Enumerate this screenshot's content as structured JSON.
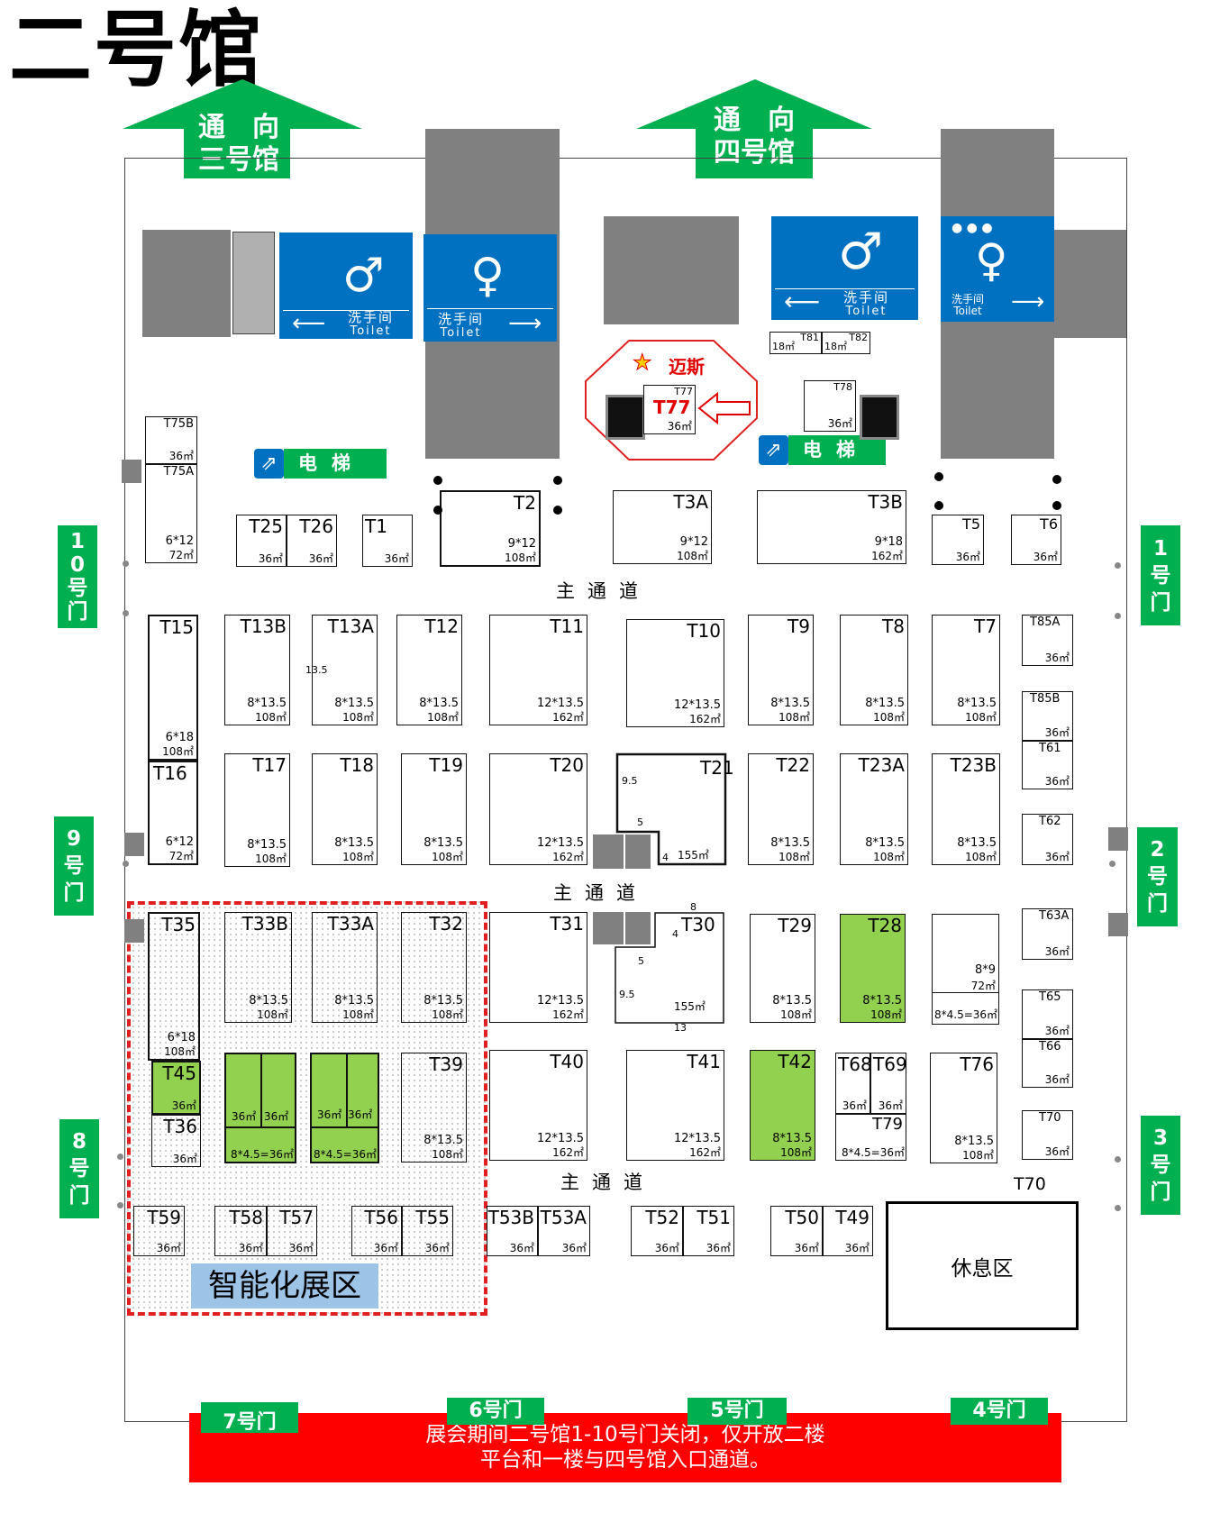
{
  "title": "二号馆",
  "arrows": [
    {
      "line1": "通　向",
      "line2": "三号馆"
    },
    {
      "line1": "通　向",
      "line2": "四号馆"
    }
  ],
  "toilets": [
    {
      "label": "洗手间",
      "sub": "Toilet",
      "direction": "left",
      "figure": "man"
    },
    {
      "label": "洗手间",
      "sub": "Toilet",
      "direction": "right",
      "figure": "woman"
    },
    {
      "label": "洗手间",
      "sub": "Toilet",
      "direction": "left",
      "figure": "man"
    },
    {
      "label": "洗手间",
      "sub": "Toilet",
      "direction": "right",
      "figure": "woman"
    }
  ],
  "elevator_label": "电梯",
  "aisle_label": "主通道",
  "doors": {
    "d1": "1\n号\n门",
    "d2": "2\n号\n门",
    "d3": "3\n号\n门",
    "d4": "4号门",
    "d5": "5号门",
    "d6": "6号门",
    "d7": "7号门",
    "d8": "8\n号\n门",
    "d9": "9\n号\n门",
    "d10": "1\n0\n号\n门"
  },
  "highlight": {
    "brand": "迈斯",
    "booth": "T77",
    "area": "36㎡",
    "id_small": "T77"
  },
  "smart_zone_label": "智能化展区",
  "rest_area_label": "休息区",
  "notice": [
    "展会期间二号馆1-10号门关闭，仅开放二楼",
    "平台和一楼与四号馆入口通道。"
  ],
  "colors": {
    "door_green": "#00b050",
    "booth_green": "#92d050",
    "toilet_blue": "#0070c0",
    "notice_red": "#ff0000",
    "zone_blue": "#9dc3e6"
  },
  "booths": {
    "T81": {
      "id": "T81",
      "area": "18㎡"
    },
    "T82": {
      "id": "T82",
      "area": "18㎡"
    },
    "T78": {
      "id": "T78",
      "area": "36㎡"
    },
    "T75B": {
      "id": "T75B",
      "area": "36㎡"
    },
    "T75A": {
      "id": "T75A",
      "dim": "6*12",
      "area": "72㎡"
    },
    "T25": {
      "id": "T25",
      "area": "36㎡"
    },
    "T26": {
      "id": "T26",
      "area": "36㎡"
    },
    "T1": {
      "id": "T1",
      "area": "36㎡"
    },
    "T2": {
      "id": "T2",
      "dim": "9*12",
      "area": "108㎡"
    },
    "T3A": {
      "id": "T3A",
      "dim": "9*12",
      "area": "108㎡"
    },
    "T3B": {
      "id": "T3B",
      "dim": "9*18",
      "area": "162㎡"
    },
    "T5": {
      "id": "T5",
      "area": "36㎡"
    },
    "T6": {
      "id": "T6",
      "area": "36㎡"
    },
    "T15": {
      "id": "T15",
      "dim": "6*18",
      "area": "108㎡"
    },
    "T13B": {
      "id": "T13B",
      "dim": "8*13.5",
      "area": "108㎡"
    },
    "T13A": {
      "id": "T13A",
      "dim": "8*13.5",
      "area": "108㎡",
      "note": "13.5"
    },
    "T12": {
      "id": "T12",
      "dim": "8*13.5",
      "area": "108㎡"
    },
    "T11": {
      "id": "T11",
      "dim": "12*13.5",
      "area": "162㎡"
    },
    "T10": {
      "id": "T10",
      "dim": "12*13.5",
      "area": "162㎡"
    },
    "T9": {
      "id": "T9",
      "dim": "8*13.5",
      "area": "108㎡"
    },
    "T8": {
      "id": "T8",
      "dim": "8*13.5",
      "area": "108㎡"
    },
    "T7": {
      "id": "T7",
      "dim": "8*13.5",
      "area": "108㎡"
    },
    "T85A": {
      "id": "T85A",
      "area": "36㎡"
    },
    "T85B": {
      "id": "T85B",
      "area": "36㎡"
    },
    "T61": {
      "id": "T61",
      "area": "36㎡"
    },
    "T62": {
      "id": "T62",
      "area": "36㎡"
    },
    "T16": {
      "id": "T16",
      "dim": "6*12",
      "area": "72㎡"
    },
    "T17": {
      "id": "T17",
      "dim": "8*13.5",
      "area": "108㎡"
    },
    "T18": {
      "id": "T18",
      "dim": "8*13.5",
      "area": "108㎡"
    },
    "T19": {
      "id": "T19",
      "dim": "8*13.5",
      "area": "108㎡"
    },
    "T20": {
      "id": "T20",
      "dim": "12*13.5",
      "area": "162㎡"
    },
    "T21": {
      "id": "T21",
      "area": "155㎡",
      "n1": "9.5",
      "n2": "5",
      "n3": "4"
    },
    "T22": {
      "id": "T22",
      "dim": "8*13.5",
      "area": "108㎡"
    },
    "T23A": {
      "id": "T23A",
      "dim": "8*13.5",
      "area": "108㎡"
    },
    "T23B": {
      "id": "T23B",
      "dim": "8*13.5",
      "area": "108㎡"
    },
    "T35": {
      "id": "T35",
      "dim": "6*18",
      "area": "108㎡"
    },
    "T33B": {
      "id": "T33B",
      "dim": "8*13.5",
      "area": "108㎡"
    },
    "T33A": {
      "id": "T33A",
      "dim": "8*13.5",
      "area": "108㎡"
    },
    "T32": {
      "id": "T32",
      "dim": "8*13.5",
      "area": "108㎡"
    },
    "T31": {
      "id": "T31",
      "dim": "12*13.5",
      "area": "162㎡"
    },
    "T30": {
      "id": "T30",
      "area": "155㎡",
      "n1": "8",
      "n2": "4",
      "n3": "5",
      "n4": "9.5",
      "n5": "13"
    },
    "T29": {
      "id": "T29",
      "dim": "8*13.5",
      "area": "108㎡"
    },
    "T28": {
      "id": "T28",
      "dim": "8*13.5",
      "area": "108㎡"
    },
    "T8x9": {
      "dim": "8*9",
      "area": "72㎡",
      "sub": "8*4.5=36㎡"
    },
    "T63A": {
      "id": "T63A",
      "area": "36㎡"
    },
    "T65": {
      "id": "T65",
      "area": "36㎡"
    },
    "T66": {
      "id": "T66",
      "area": "36㎡"
    },
    "T45": {
      "id": "T45",
      "area": "36㎡"
    },
    "T36": {
      "id": "T36",
      "area": "36㎡"
    },
    "G1": {
      "a": "36㎡",
      "b": "36㎡",
      "sub": "8*4.5=36㎡"
    },
    "G2": {
      "a": "36㎡",
      "b": "36㎡",
      "sub": "8*4.5=36㎡"
    },
    "T39": {
      "id": "T39",
      "dim": "8*13.5",
      "area": "108㎡"
    },
    "T40": {
      "id": "T40",
      "dim": "12*13.5",
      "area": "162㎡"
    },
    "T41": {
      "id": "T41",
      "dim": "12*13.5",
      "area": "162㎡"
    },
    "T42": {
      "id": "T42",
      "dim": "8*13.5",
      "area": "108㎡"
    },
    "T68": {
      "id": "T68",
      "area": "36㎡"
    },
    "T69": {
      "id": "T69",
      "area": "36㎡"
    },
    "T79": {
      "id": "T79",
      "sub": "8*4.5=36㎡"
    },
    "T76": {
      "id": "T76",
      "dim": "8*13.5",
      "area": "108㎡"
    },
    "T70": {
      "id": "T70",
      "area": "36㎡"
    },
    "T70label": "T70",
    "T59": {
      "id": "T59",
      "area": "36㎡"
    },
    "T58": {
      "id": "T58",
      "area": "36㎡"
    },
    "T57": {
      "id": "T57",
      "area": "36㎡"
    },
    "T56": {
      "id": "T56",
      "area": "36㎡"
    },
    "T55": {
      "id": "T55",
      "area": "36㎡"
    },
    "T53B": {
      "id": "T53B",
      "area": "36㎡"
    },
    "T53A": {
      "id": "T53A",
      "area": "36㎡"
    },
    "T52": {
      "id": "T52",
      "area": "36㎡"
    },
    "T51": {
      "id": "T51",
      "area": "36㎡"
    },
    "T50": {
      "id": "T50",
      "area": "36㎡"
    },
    "T49": {
      "id": "T49",
      "area": "36㎡"
    }
  }
}
